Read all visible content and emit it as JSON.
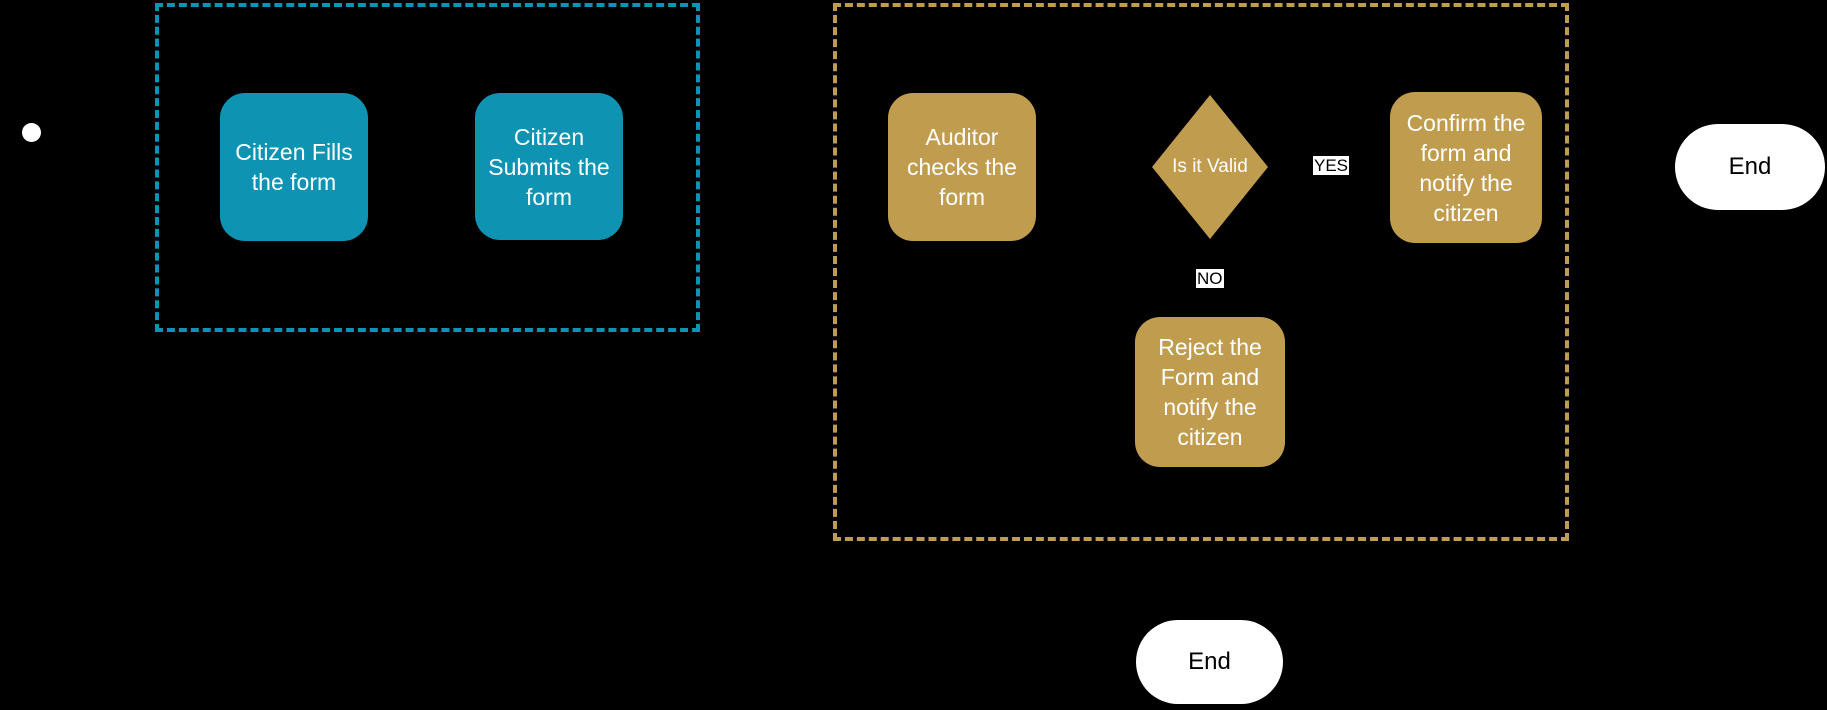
{
  "colors": {
    "background": "#000000",
    "citizen": "#0f93b3",
    "auditor": "#c09c4e",
    "node_text": "#ffffff",
    "terminal_fill": "#ffffff",
    "terminal_text": "#000000",
    "edge_label_bg": "#ffffff",
    "edge_label_text": "#000000",
    "start_fill": "#ffffff"
  },
  "flow": {
    "citizen_lane": {
      "fill_form": "Citizen Fills\nthe form",
      "submit_form": "Citizen\nSubmits the\nform"
    },
    "auditor_lane": {
      "check_form": "Auditor\nchecks the\nform",
      "decision": "Is it Valid",
      "yes_label": "YES",
      "no_label": "NO",
      "confirm": "Confirm the\nform and\nnotify the\ncitizen",
      "reject": "Reject the\nForm and\nnotify the\ncitizen"
    },
    "end_right": "End",
    "end_bottom": "End"
  }
}
